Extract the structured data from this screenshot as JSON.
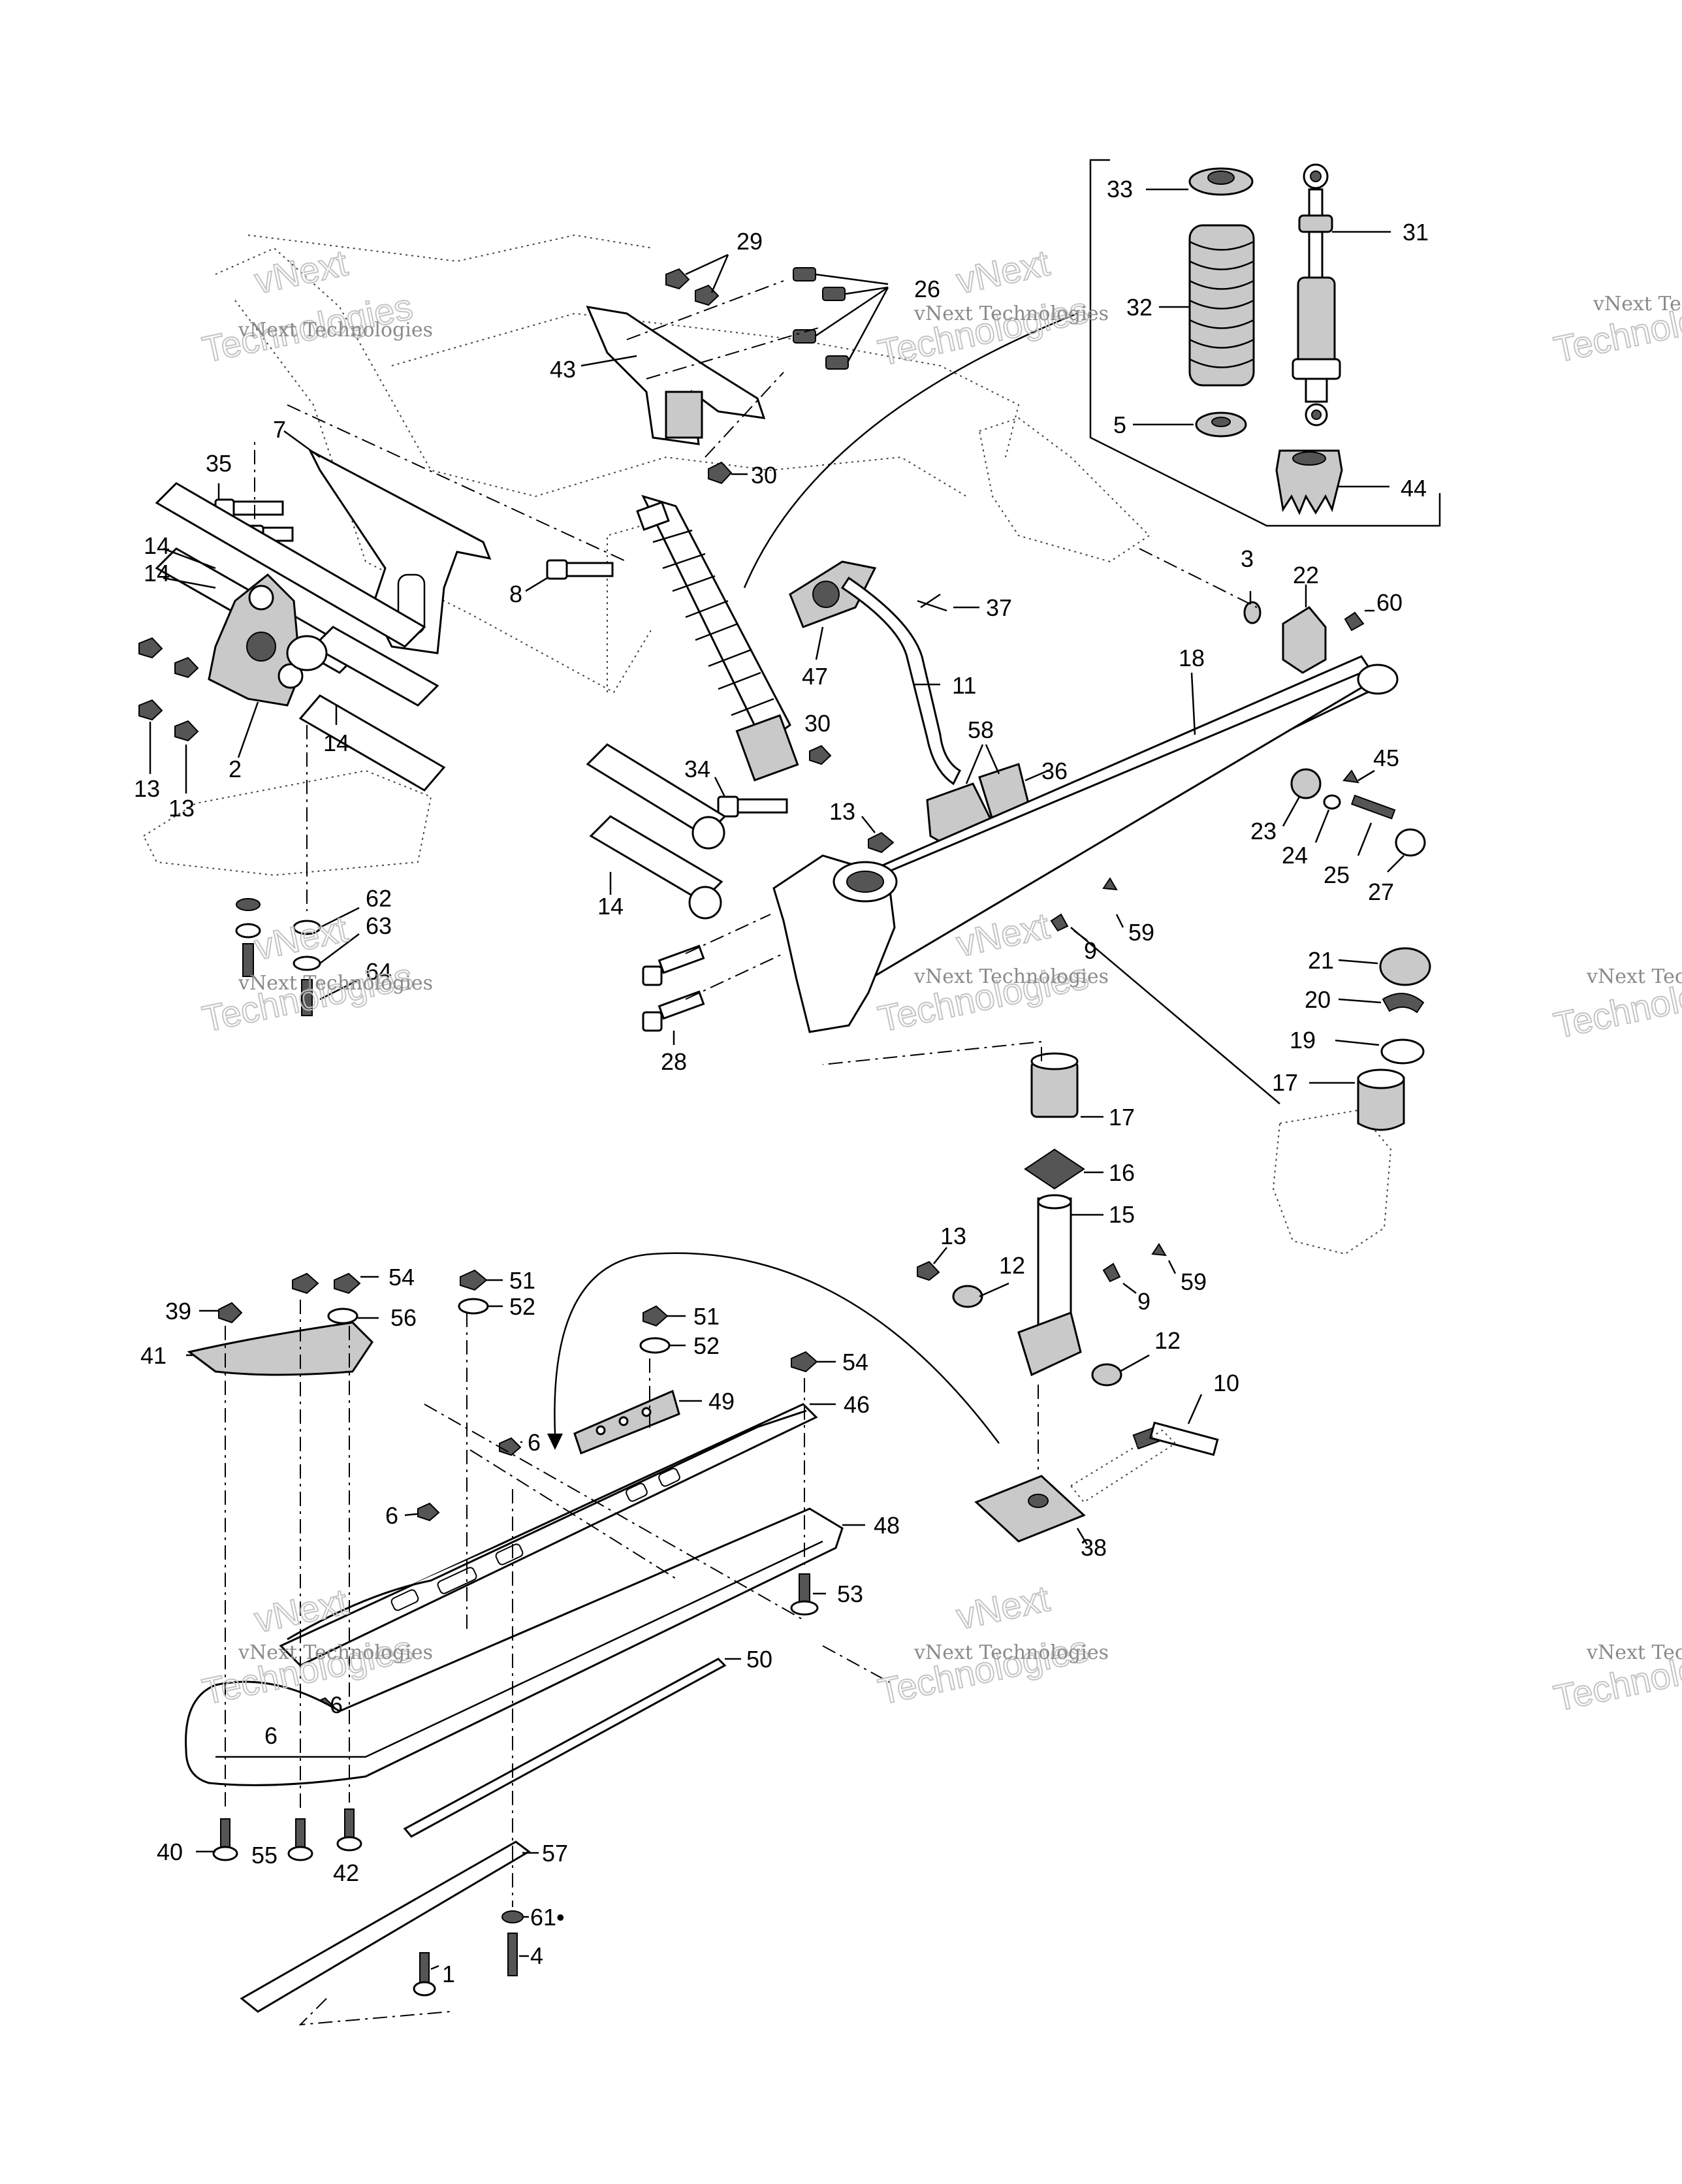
{
  "watermark": {
    "line1": "vNext Technologies",
    "line2_a": "vNext",
    "line2_b": "Technologies",
    "edge_a": "vNext Tec",
    "edge_b": "Technolo"
  },
  "labels": {
    "l1": "1",
    "l2": "2",
    "l3": "3",
    "l4": "4",
    "l5": "5",
    "l6": "6",
    "l7": "7",
    "l8": "8",
    "l9": "9",
    "l10": "10",
    "l11": "11",
    "l12": "12",
    "l13": "13",
    "l14": "14",
    "l15": "15",
    "l16": "16",
    "l17": "17",
    "l18": "18",
    "l19": "19",
    "l20": "20",
    "l21": "21",
    "l22": "22",
    "l23": "23",
    "l24": "24",
    "l25": "25",
    "l26": "26",
    "l27": "27",
    "l28": "28",
    "l29": "29",
    "l30": "30",
    "l31": "31",
    "l32": "32",
    "l33": "33",
    "l34": "34",
    "l35": "35",
    "l36": "36",
    "l37": "37",
    "l38": "38",
    "l39": "39",
    "l40": "40",
    "l41": "41",
    "l42": "42",
    "l43": "43",
    "l44": "44",
    "l45": "45",
    "l46": "46",
    "l47": "47",
    "l48": "48",
    "l49": "49",
    "l50": "50",
    "l51": "51",
    "l52": "52",
    "l53": "53",
    "l54": "54",
    "l55": "55",
    "l56": "56",
    "l57": "57",
    "l58": "58",
    "l59": "59",
    "l60": "60",
    "l61": "61•",
    "l62": "62",
    "l63": "63",
    "l64": "64"
  }
}
